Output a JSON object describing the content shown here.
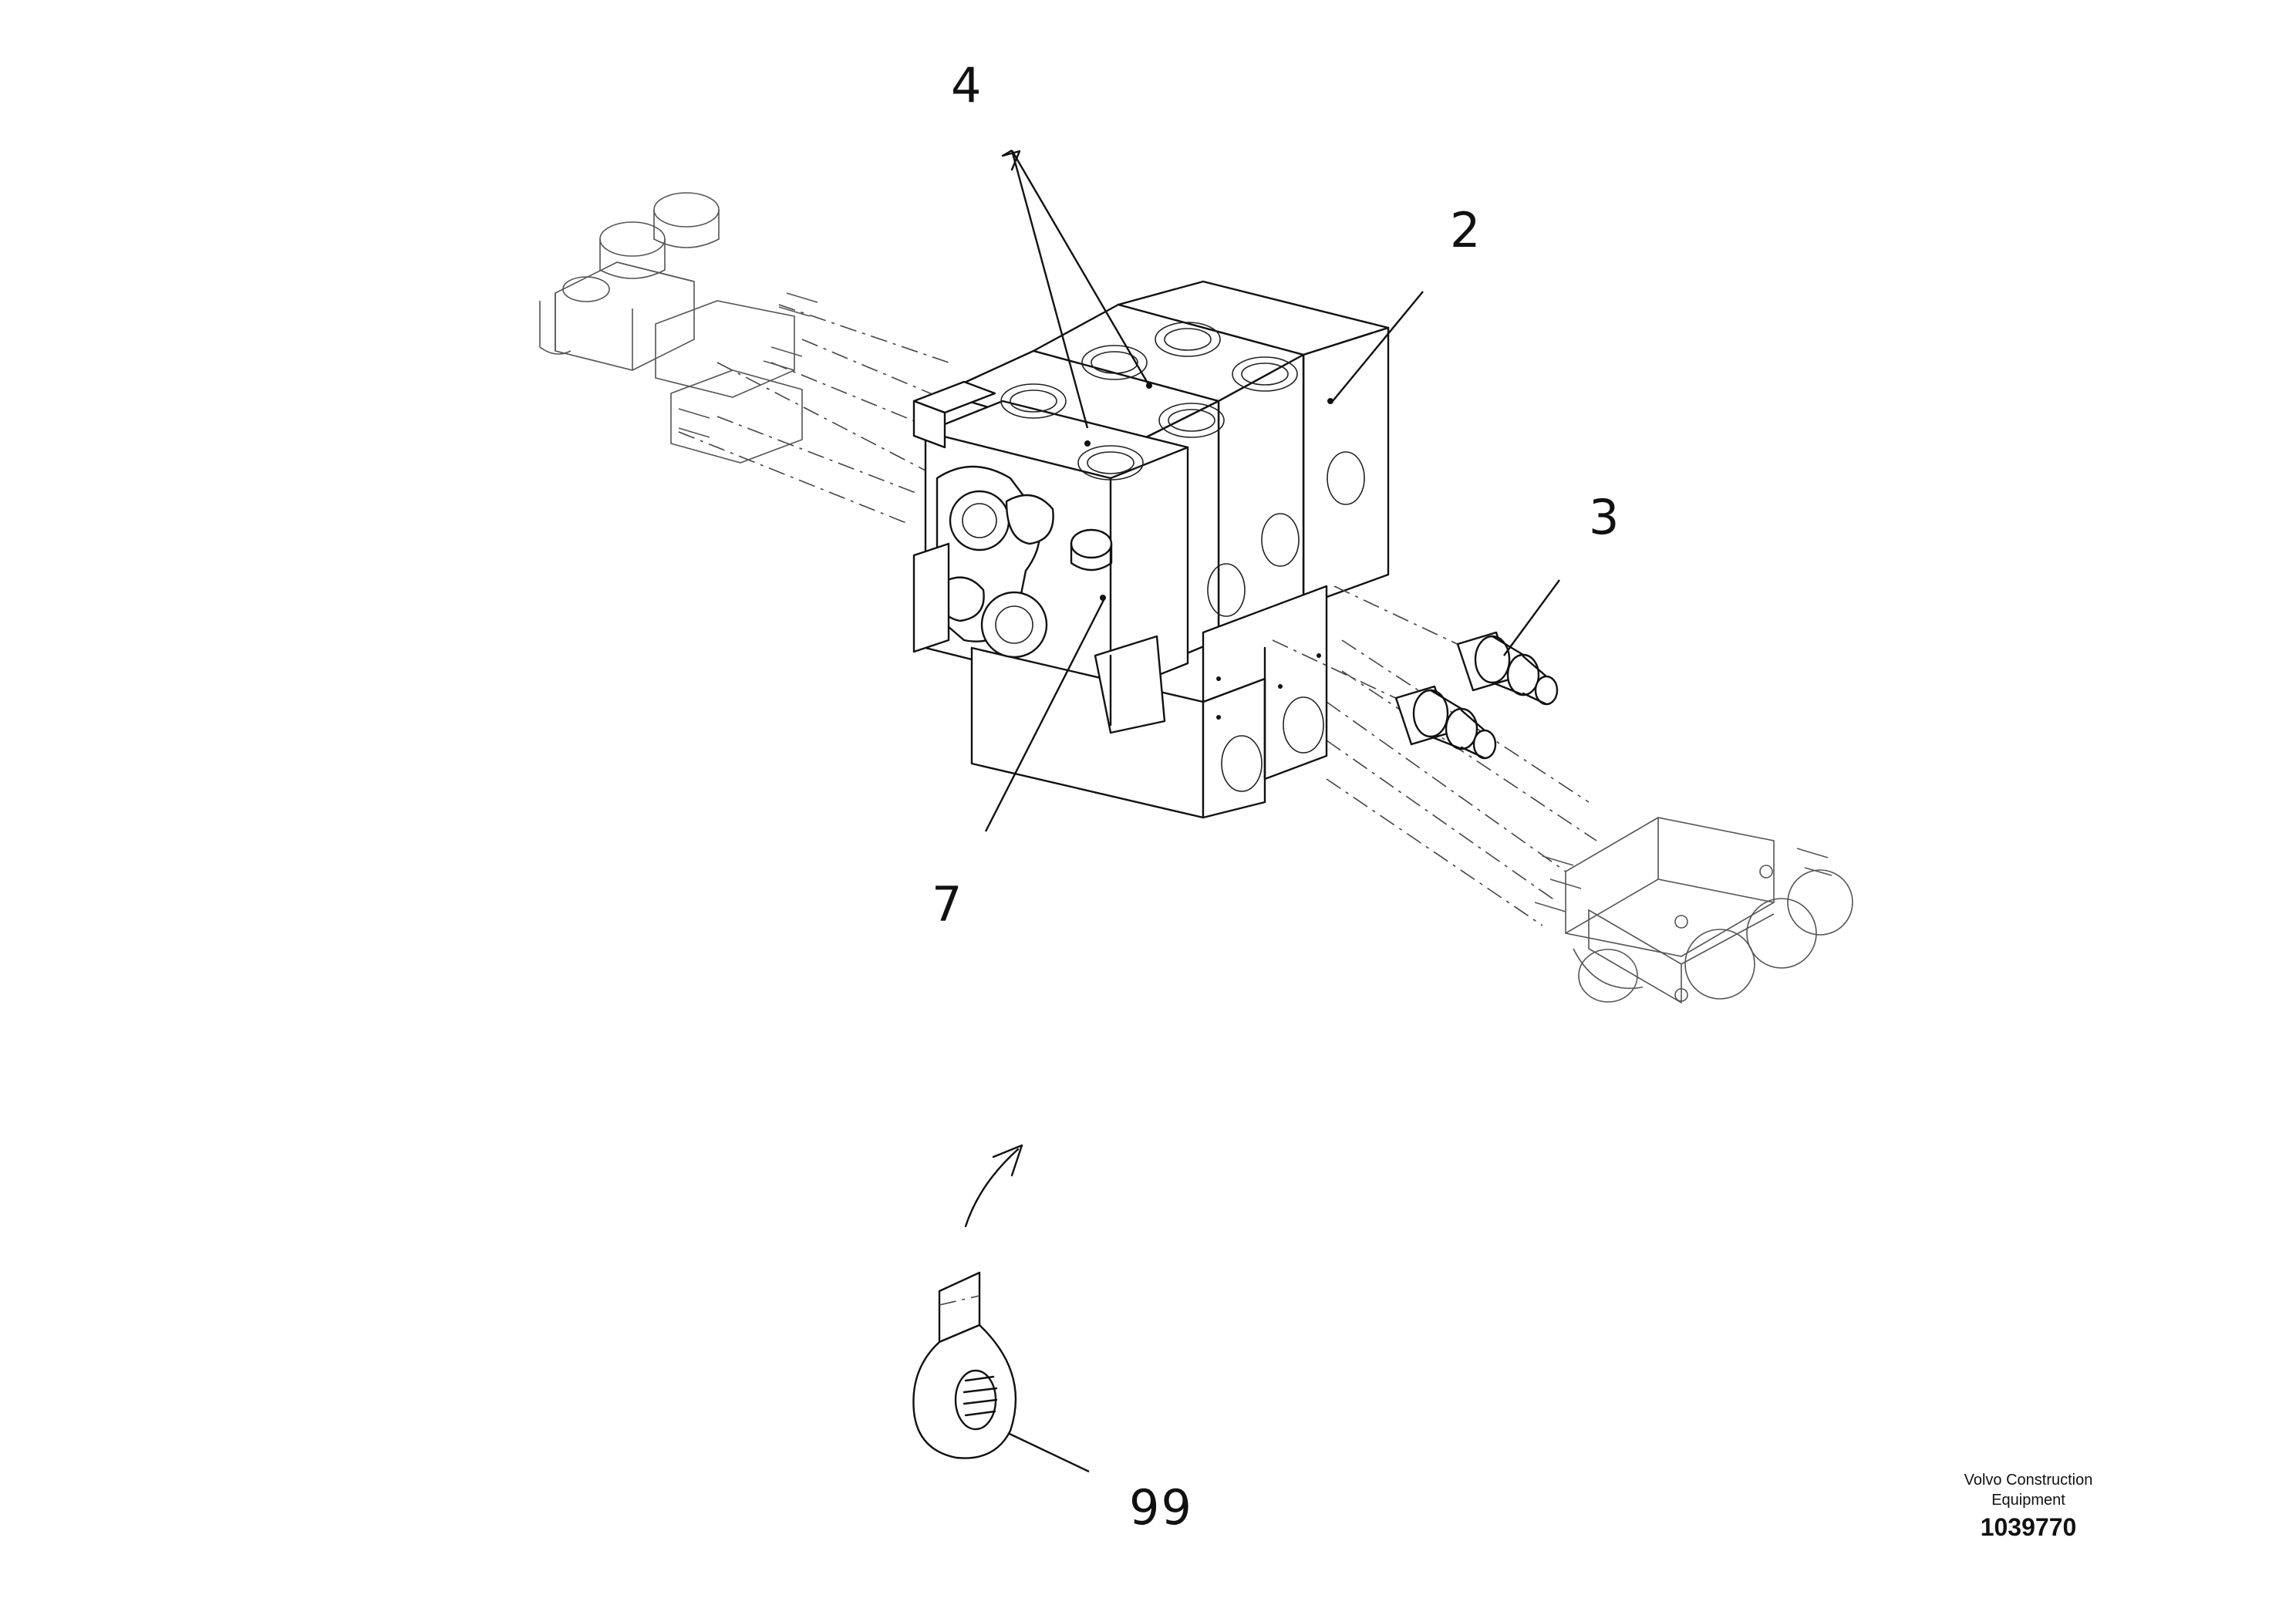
{
  "callouts": {
    "c4": "4",
    "c2": "2",
    "c3": "3",
    "c7": "7",
    "c99": "99"
  },
  "footer": {
    "maker_line1": "Volvo Construction",
    "maker_line2": "Equipment",
    "document_number": "1039770"
  }
}
